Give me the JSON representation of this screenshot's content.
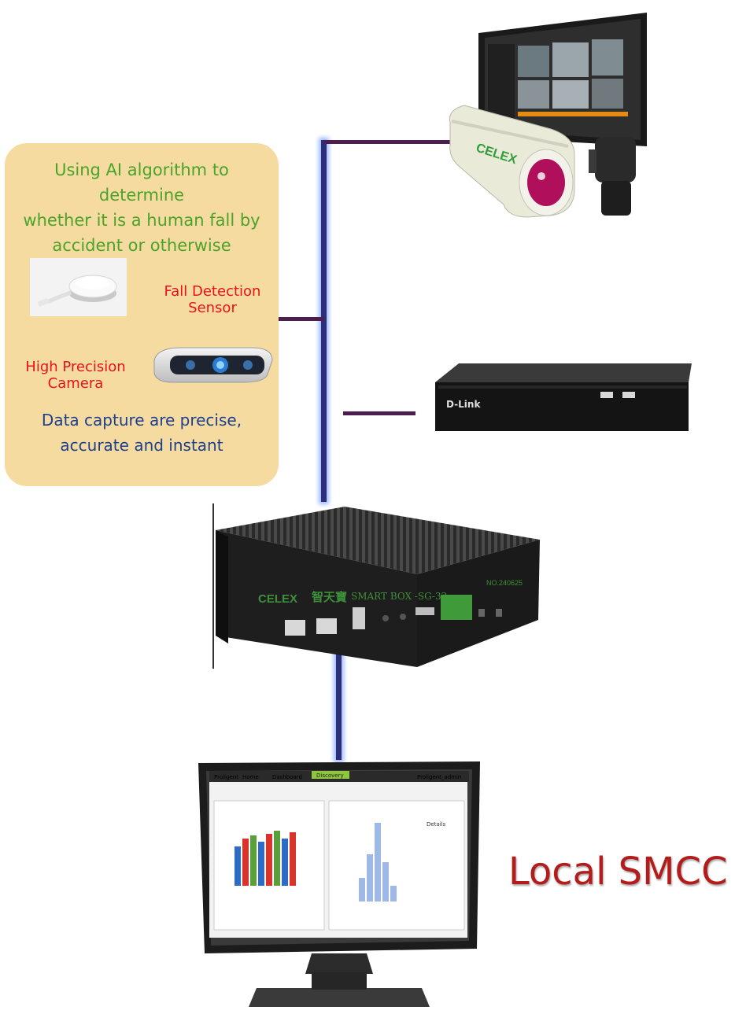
{
  "panel": {
    "title": "Using AI algorithm to determine whether it is a human fall by accident or otherwise",
    "title_lines": [
      "Using AI algorithm to determine",
      "whether it is a human fall by",
      "accident or otherwise"
    ],
    "sensor_label_lines": [
      "Fall Detection",
      "Sensor"
    ],
    "camera_label_lines": [
      "High Precision",
      "Camera"
    ],
    "capture_lines": [
      "Data capture are precise,",
      "accurate and instant"
    ]
  },
  "devices": {
    "thermal_camera_brand": "CELEX",
    "nvr_brand": "D-Link",
    "smart_box": {
      "brand": "CELEX",
      "chinese_brand": "智天寶",
      "model": "SMART BOX -SG-32",
      "serial": "NO.240625"
    }
  },
  "monitor": {
    "app_name": "Proligent",
    "nav": [
      "Home",
      "Dashboard",
      "Discovery"
    ],
    "user": "Proligent_admin",
    "panel_right_title": "Details"
  },
  "caption": "Local SMCC",
  "colors": {
    "panel_bg": "#f6dba0",
    "green_text": "#4aa32a",
    "red_text": "#e8121c",
    "blue_text": "#1d3f8f",
    "caption": "#b41c1c",
    "connector": "#4b1e4f",
    "bus_glow": "#9bb6ff"
  }
}
